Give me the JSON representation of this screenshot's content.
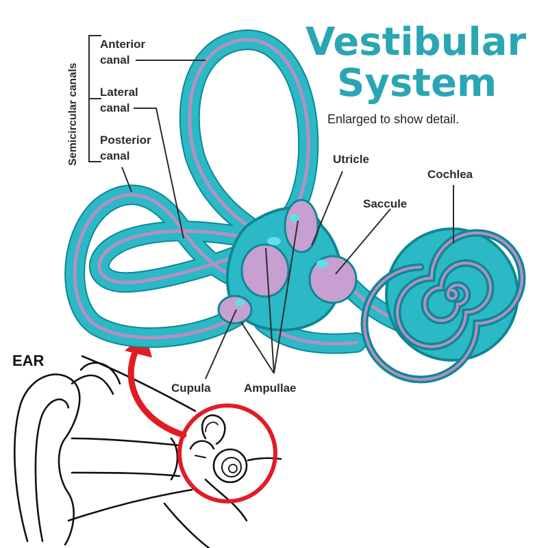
{
  "title": {
    "line1": "Vestibular",
    "line2": "System",
    "subtitle": "Enlarged to show detail."
  },
  "group_label": "Semicircular canals",
  "labels": {
    "anterior": {
      "line1": "Anterior",
      "line2": "canal"
    },
    "lateral": {
      "line1": "Lateral",
      "line2": "canal"
    },
    "posterior": {
      "line1": "Posterior",
      "line2": "canal"
    },
    "utricle": "Utricle",
    "saccule": "Saccule",
    "cochlea": "Cochlea",
    "cupula": "Cupula",
    "ampullae": "Ampullae"
  },
  "ear_label": "EAR",
  "colors": {
    "title": "#2aa6b3",
    "canal": "#2bb9c6",
    "canal_inner": "#b590c3",
    "arrow": "#e21b24",
    "ink": "#2b2b2b"
  }
}
